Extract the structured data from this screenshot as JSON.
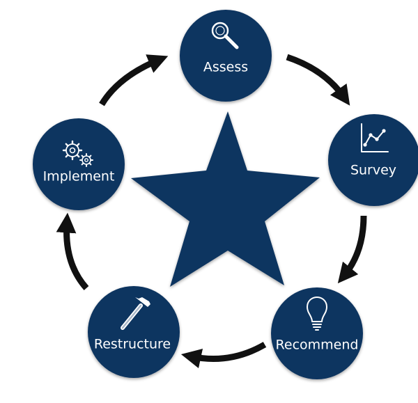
{
  "diagram": {
    "type": "cycle",
    "accent_color": "#0f3460",
    "arrow_color": "#111111",
    "center_icon": "star-icon",
    "stages": [
      {
        "id": "assess",
        "label": "Assess",
        "icon": "magnifier-icon"
      },
      {
        "id": "survey",
        "label": "Survey",
        "icon": "line-chart-icon"
      },
      {
        "id": "recommend",
        "label": "Recommend",
        "icon": "lightbulb-icon"
      },
      {
        "id": "restructure",
        "label": "Restructure",
        "icon": "hammer-icon"
      },
      {
        "id": "implement",
        "label": "Implement",
        "icon": "gears-icon"
      }
    ]
  }
}
